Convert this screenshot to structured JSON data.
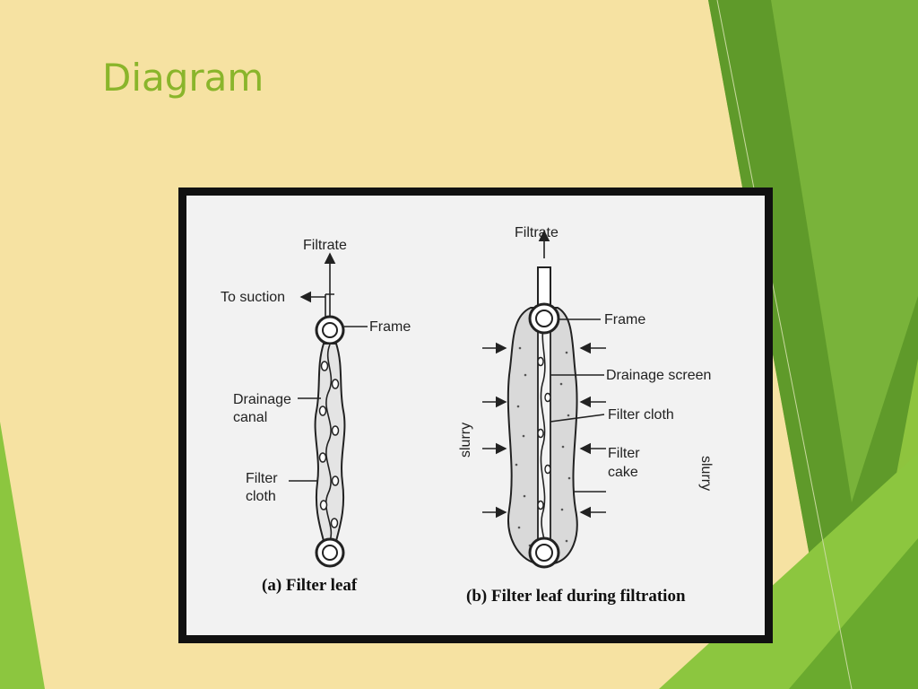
{
  "slide": {
    "title": "Diagram",
    "colors": {
      "background": "#f6e2a2",
      "title": "#8ab52b",
      "green_dark": "#5f9a2a",
      "green_light": "#8ec43e"
    }
  },
  "diagram": {
    "a": {
      "filtrate": "Filtrate",
      "to_suction": "To suction",
      "frame": "Frame",
      "drainage_canal": [
        "Drainage",
        "canal"
      ],
      "filter_cloth": [
        "Filter",
        "cloth"
      ],
      "caption": "(a) Filter leaf"
    },
    "b": {
      "filtrate": "Filtrate",
      "frame": "Frame",
      "drainage_screen": "Drainage screen",
      "filter_cloth": "Filter cloth",
      "filter_cake": [
        "Filter",
        "cake"
      ],
      "slurry_left": "slurry",
      "slurry_right": "slurry",
      "caption": "(b) Filter leaf during filtration"
    }
  }
}
